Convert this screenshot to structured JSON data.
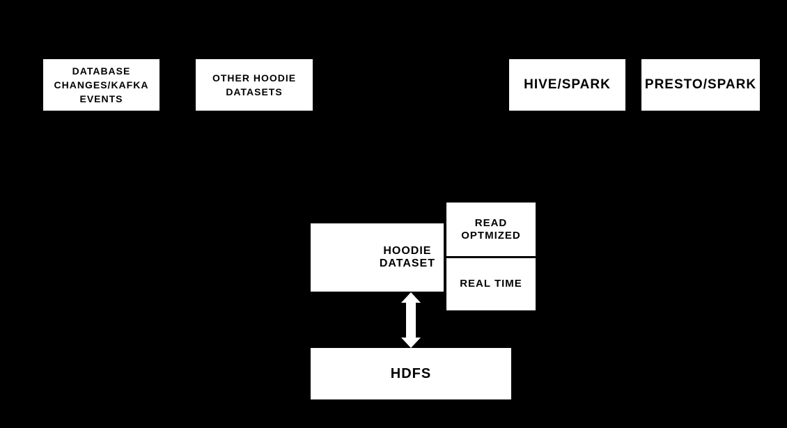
{
  "diagram": {
    "colors": {
      "background": "#000000",
      "box_fill": "#ffffff",
      "box_text": "#000000",
      "arrow": "#ffffff"
    },
    "nodes": {
      "database_events": {
        "label": "DATABASE\nCHANGES/KAFKA\nEVENTS"
      },
      "other_hoodie_datasets": {
        "label": "OTHER HOODIE\nDATASETS"
      },
      "hive_spark": {
        "label": "HIVE/SPARK"
      },
      "presto_spark": {
        "label": "PRESTO/SPARK"
      },
      "hoodie_dataset": {
        "label": "HOODIE\nDATASET"
      },
      "read_optimized_view": {
        "label": "READ\nOPTMIZED"
      },
      "real_time_view": {
        "label": "REAL TIME"
      },
      "hdfs": {
        "label": "HDFS"
      }
    },
    "connections": [
      {
        "from": "hoodie_dataset",
        "to": "hdfs",
        "type": "bidirectional-arrow"
      }
    ]
  }
}
